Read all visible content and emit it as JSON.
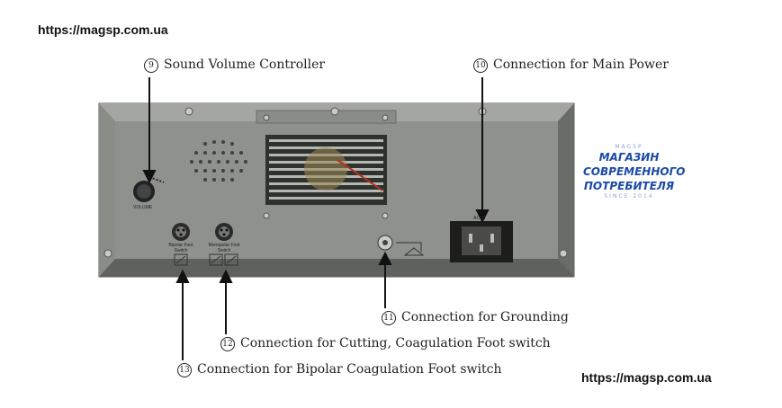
{
  "watermark_top": "https://magsp.com.ua",
  "watermark_bottom": "https://magsp.com.ua",
  "callouts": {
    "c9": {
      "num": "9",
      "label": "Sound Volume Controller"
    },
    "c10": {
      "num": "10",
      "label": "Connection for Main Power"
    },
    "c11": {
      "num": "11",
      "label": "Connection for Grounding"
    },
    "c12": {
      "num": "12",
      "label": "Connection for Cutting, Coagulation Foot switch"
    },
    "c13": {
      "num": "13",
      "label": "Connection for Bipolar Coagulation Foot switch"
    }
  },
  "panel_labels": {
    "volume": "VOLUME",
    "bipolar": "Bipolar Foot Switch",
    "monopolar": "Monopolar Foot Switch",
    "power": "AC IN"
  },
  "logo": {
    "top": "MAGSP",
    "line1": "МАГАЗИН",
    "line2": "СОВРЕМЕННОГО",
    "line3": "ПОТРЕБИТЕЛЯ",
    "bottom": "SINCE 2014"
  },
  "colors": {
    "panel": "#8f918c",
    "panel_dark": "#6f716c",
    "logo_blue": "#1a4aa8"
  }
}
